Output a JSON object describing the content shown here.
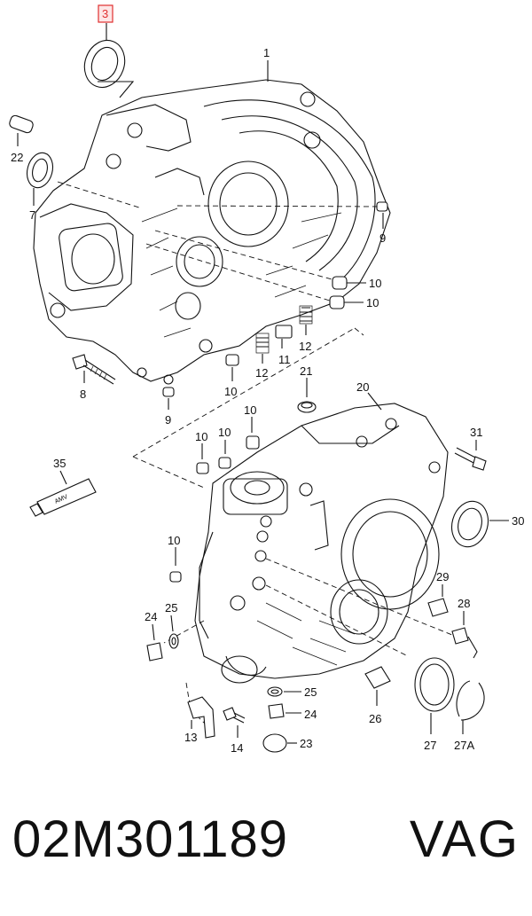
{
  "diagram": {
    "callouts": {
      "c1": "1",
      "c3": "3",
      "c7": "7",
      "c8": "8",
      "c9a": "9",
      "c9b": "9",
      "c10a": "10",
      "c10b": "10",
      "c10c": "10",
      "c10d": "10",
      "c10e": "10",
      "c10f": "10",
      "c10g": "10",
      "c11": "11",
      "c12a": "12",
      "c12b": "12",
      "c13": "13",
      "c14": "14",
      "c20": "20",
      "c21": "21",
      "c22": "22",
      "c23": "23",
      "c24a": "24",
      "c24b": "24",
      "c25a": "25",
      "c25b": "25",
      "c26": "26",
      "c27": "27",
      "c27a": "27A",
      "c28": "28",
      "c29": "29",
      "c30": "30",
      "c31": "31",
      "c35": "35"
    },
    "tube_label": "AMV",
    "highlight_color": "#e03030"
  },
  "footer": {
    "part_number": "02M301189",
    "brand": "VAG"
  }
}
